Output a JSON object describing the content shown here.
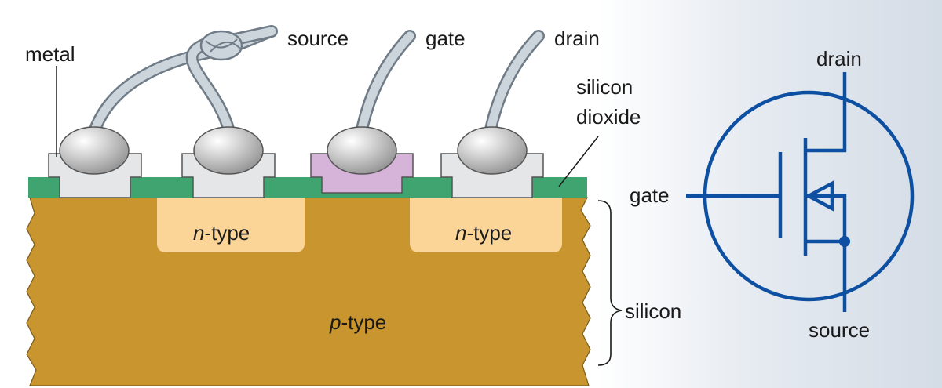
{
  "labels": {
    "metal": "metal",
    "source": "source",
    "gate": "gate",
    "drain": "drain",
    "silicon_dioxide_line1": "silicon",
    "silicon_dioxide_line2": "dioxide",
    "n_type_left_prefix": "n",
    "n_type_left_suffix": "-type",
    "n_type_right_prefix": "n",
    "n_type_right_suffix": "-type",
    "p_type_prefix": "p",
    "p_type_suffix": "-type",
    "silicon": "silicon"
  },
  "symbol": {
    "drain": "drain",
    "gate": "gate",
    "source": "source"
  },
  "colors": {
    "substrate": "#c8952f",
    "n_region": "#fbd598",
    "oxide": "#3fa46f",
    "gate_pad": "#d6b3d9",
    "metal_pad": "#e8e8e8",
    "wire": "#b9c3cc",
    "symbol_blue": "#0d4fa0",
    "panel_bg": "#d9e1ea"
  }
}
